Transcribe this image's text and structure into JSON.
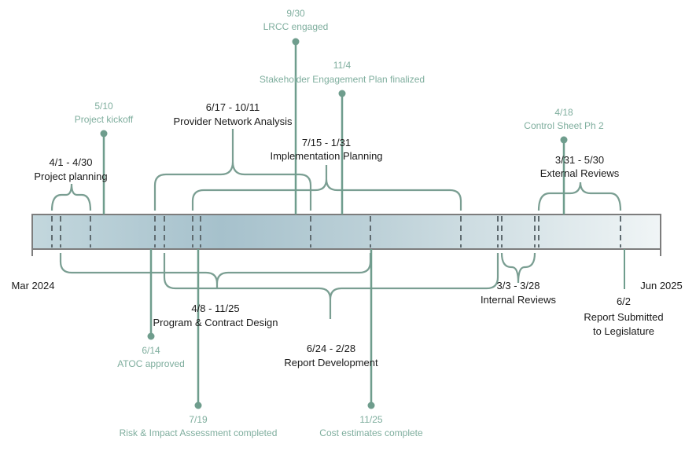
{
  "axis": {
    "start_label": "Mar 2024",
    "end_label": "Jun 2025"
  },
  "phases": [
    {
      "id": "project-planning",
      "dates": "4/1 - 4/30",
      "name": "Project planning"
    },
    {
      "id": "provider-network",
      "dates": "6/17 - 10/11",
      "name": "Provider Network Analysis"
    },
    {
      "id": "implementation",
      "dates": "7/15 - 1/31",
      "name": "Implementation Planning"
    },
    {
      "id": "external-reviews",
      "dates": "3/31 - 5/30",
      "name": "External Reviews"
    },
    {
      "id": "program-contract",
      "dates": "4/8 - 11/25",
      "name": "Program & Contract Design"
    },
    {
      "id": "report-development",
      "dates": "6/24 - 2/28",
      "name": "Report Development"
    },
    {
      "id": "internal-reviews",
      "dates": "3/3 - 3/28",
      "name": "Internal Reviews"
    }
  ],
  "milestones": [
    {
      "id": "lrcc",
      "date": "9/30",
      "name": "LRCC engaged"
    },
    {
      "id": "stakeholder",
      "date": "11/4",
      "name": "Stakeholder Engagement Plan finalized"
    },
    {
      "id": "kickoff",
      "date": "5/10",
      "name": "Project kickoff"
    },
    {
      "id": "control-sheet",
      "date": "4/18",
      "name": "Control Sheet Ph 2"
    },
    {
      "id": "atoc",
      "date": "6/14",
      "name": "ATOC approved"
    },
    {
      "id": "risk",
      "date": "7/19",
      "name": "Risk & Impact Assessment completed"
    },
    {
      "id": "cost",
      "date": "11/25",
      "name": "Cost estimates complete"
    }
  ],
  "final": {
    "date": "6/2",
    "line1": "Report Submitted",
    "line2": "to Legislature"
  },
  "colors": {
    "bar_start": "#c2d6dc",
    "bar_mid": "#a8c2cd",
    "bar_end": "#eef4f5",
    "milestone": "#6f9d8d",
    "milestone_text": "#7fae9e",
    "brace": "#7a9e92"
  }
}
